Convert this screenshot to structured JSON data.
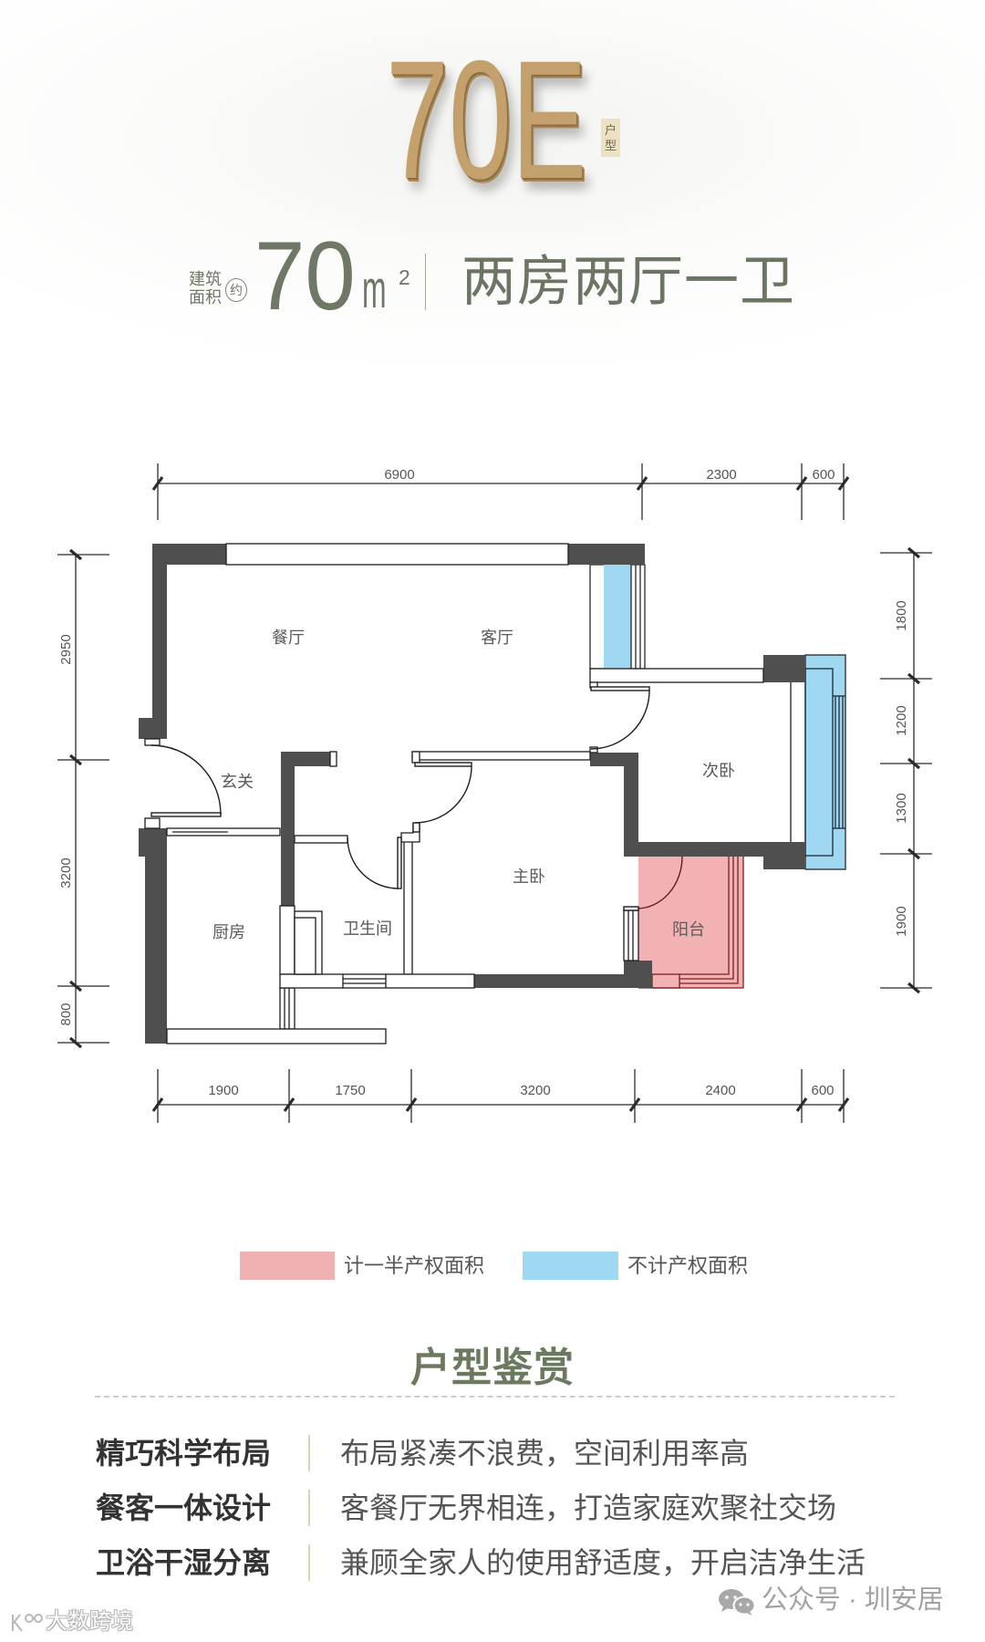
{
  "header": {
    "model_name": "70E",
    "model_badge_line1": "户",
    "model_badge_line2": "型"
  },
  "summary": {
    "area_label_line1": "建筑",
    "area_label_line2": "面积",
    "approx_mark": "约",
    "area_value": "70",
    "area_unit": "m",
    "area_unit_power": "2",
    "layout_type": "两房两厅一卫"
  },
  "floor_plan": {
    "rooms": [
      {
        "label": "餐厅"
      },
      {
        "label": "客厅"
      },
      {
        "label": "玄关"
      },
      {
        "label": "次卧"
      },
      {
        "label": "主卧"
      },
      {
        "label": "厨房"
      },
      {
        "label": "卫生间"
      },
      {
        "label": "阳台"
      }
    ],
    "dimensions": {
      "top": [
        "6900",
        "2300",
        "600"
      ],
      "bottom": [
        "1900",
        "1750",
        "3200",
        "2400",
        "600"
      ],
      "left": [
        "2950",
        "3200",
        "800"
      ],
      "right": [
        "1800",
        "1200",
        "1300",
        "1900"
      ]
    },
    "colors": {
      "wall": "#4f4f4f",
      "half_area": "#f2b2b4",
      "excluded_area": "#a0d7f1"
    }
  },
  "legend": {
    "items": [
      {
        "label": "计一半产权面积",
        "color": "#f0b1b2"
      },
      {
        "label": "不计产权面积",
        "color": "#9fd8f3"
      }
    ]
  },
  "appreciation": {
    "heading": "户型鉴赏",
    "items": [
      {
        "title": "精巧科学布局",
        "desc": "布局紧凑不浪费，空间利用率高"
      },
      {
        "title": "餐客一体设计",
        "desc": "客餐厅无界相连，打造家庭欢聚社交场"
      },
      {
        "title": "卫浴干湿分离",
        "desc": "兼顾全家人的使用舒适度，开启洁净生活"
      }
    ]
  },
  "watermarks": {
    "brand": "大数跨境",
    "account": "公众号 · 圳安居"
  }
}
